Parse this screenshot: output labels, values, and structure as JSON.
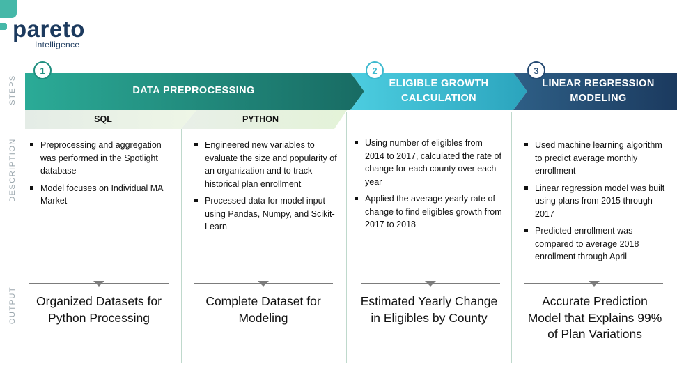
{
  "logo": {
    "word": "pareto",
    "sub": "Intelligence"
  },
  "side_labels": {
    "steps": "STEPS",
    "description": "DESCRIPTION",
    "output": "OUTPUT"
  },
  "steps": [
    {
      "number": "1",
      "title": "DATA PREPROCESSING",
      "color": "#1f8e7f"
    },
    {
      "number": "2",
      "title_line1": "ELIGIBLE GROWTH",
      "title_line2": "CALCULATION",
      "color": "#3db9cf"
    },
    {
      "number": "3",
      "title_line1": "LINEAR REGRESSION",
      "title_line2": "MODELING",
      "color": "#254a72"
    }
  ],
  "subheads": {
    "sql": "SQL",
    "python": "PYTHON"
  },
  "descriptions": {
    "sql": [
      "Preprocessing and aggregation was performed in the Spotlight database",
      "Model focuses on Individual MA Market"
    ],
    "python": [
      "Engineered new variables to evaluate the size and popularity of an organization and to track historical plan enrollment",
      "Processed data for model input using Pandas, Numpy, and Scikit-Learn"
    ],
    "growth": [
      "Using number of eligibles from 2014 to 2017, calculated the rate of change for each county over each year",
      "Applied the average yearly rate of change to find eligibles growth from 2017 to 2018"
    ],
    "regression": [
      "Used machine learning algorithm to predict average monthly enrollment",
      "Linear regression model was built using plans from 2015 through 2017",
      "Predicted enrollment was compared to average 2018 enrollment through April"
    ]
  },
  "outputs": {
    "sql": [
      "Organized Datasets for",
      "Python Processing"
    ],
    "python": [
      "Complete Dataset for",
      "Modeling"
    ],
    "growth": [
      "Estimated Yearly Change",
      "in Eligibles by County"
    ],
    "regression": [
      "Accurate Prediction",
      "Model that Explains 99%",
      "of Plan Variations"
    ]
  }
}
